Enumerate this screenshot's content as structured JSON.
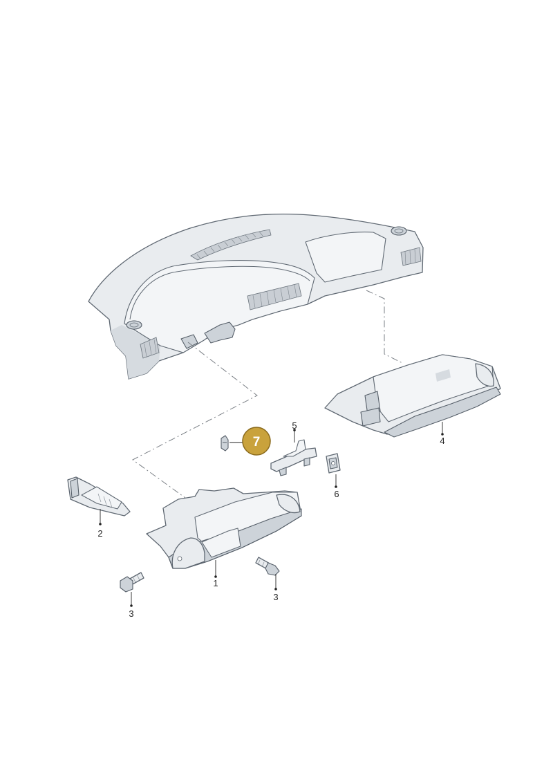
{
  "callouts": [
    {
      "id": "1",
      "label": "1"
    },
    {
      "id": "2",
      "label": "2"
    },
    {
      "id": "3a",
      "label": "3"
    },
    {
      "id": "3b",
      "label": "3"
    },
    {
      "id": "4",
      "label": "4"
    },
    {
      "id": "5",
      "label": "5"
    },
    {
      "id": "6",
      "label": "6"
    }
  ],
  "highlight": {
    "label": "7",
    "color": "#c9a23c"
  }
}
